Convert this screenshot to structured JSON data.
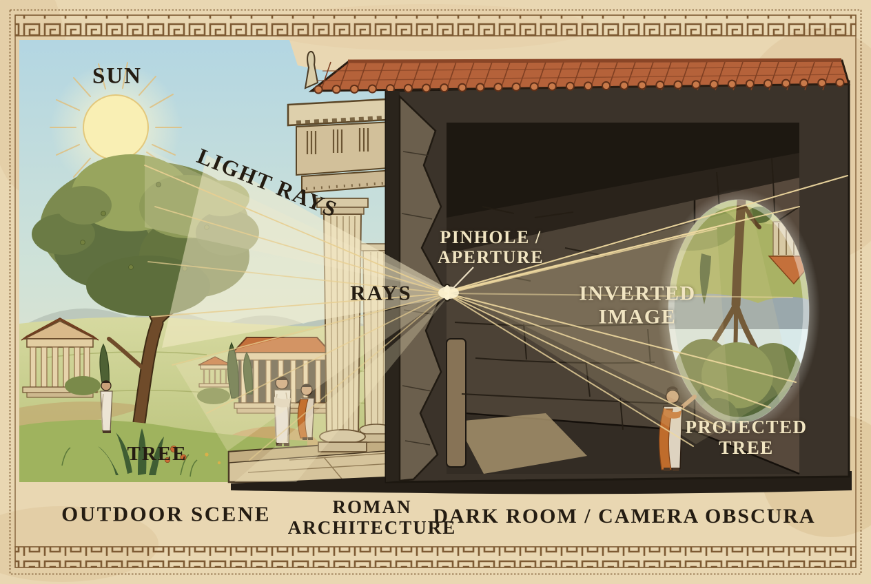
{
  "illustration": {
    "scene_labels": {
      "sun": "SUN",
      "light_rays": "LIGHT RAYS",
      "tree": "TREE",
      "rays": "RAYS",
      "pinhole": {
        "line1": "PINHOLE /",
        "line2": "APERTURE"
      },
      "inverted_image": {
        "line1": "INVERTED",
        "line2": "IMAGE"
      },
      "projected_tree": {
        "line1": "PROJECTED",
        "line2": "TREE"
      }
    },
    "section_captions": {
      "outdoor": "OUTDOOR SCENE",
      "roman": {
        "line1": "ROMAN",
        "line2": "ARCHITECTURE"
      },
      "dark_room": "DARK ROOM / CAMERA OBSCURA"
    },
    "colors": {
      "parchment": "#e9d7b2",
      "border_brown": "#7d5a33",
      "sky_blue": "#b3d6e2",
      "sun_yellow": "#f9efb4",
      "ray_gold": "#e8cf92",
      "dark_stone": "#3b332a",
      "interior_wall": "#4c4236",
      "roof_terracotta": "#b5623a",
      "tree_green": "#7c8a4f",
      "label_dark": "#241c12",
      "label_cream": "#f1e5c2",
      "toga_orange": "#bf6c2c"
    }
  }
}
